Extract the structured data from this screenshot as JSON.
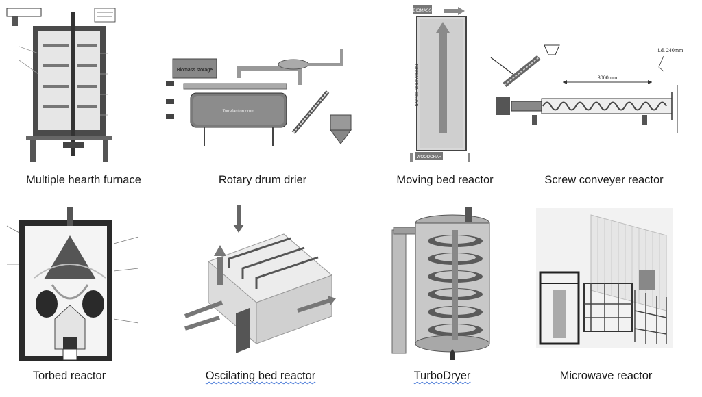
{
  "captions": {
    "multiple_hearth": "Multiple hearth furnace",
    "rotary_drum": "Rotary drum drier",
    "moving_bed": "Moving bed reactor",
    "screw_conveyer": "Screw conveyer reactor",
    "torbed": "Torbed reactor",
    "oscilating_bed": "Oscilating bed reactor",
    "turbodryer": "TurboDryer",
    "microwave": "Microwave reactor"
  },
  "diagram_labels": {
    "moving_bed_top": "BIOMASS",
    "moving_bed_bottom": "WOODCHAR",
    "moving_bed_side": "TORREFACTION COLUMN",
    "screw_dim_length": "3000mm",
    "screw_dim_diam": "i.d. 240mm",
    "rotary_vessel": "Torrefaction drum",
    "rotary_storage": "Biomass storage"
  },
  "colors": {
    "caption_text": "#1a1a1a",
    "spell_underline": "#4a7bd8",
    "figure_gray": "#6b6b6b",
    "figure_dark": "#2b2b2b"
  }
}
